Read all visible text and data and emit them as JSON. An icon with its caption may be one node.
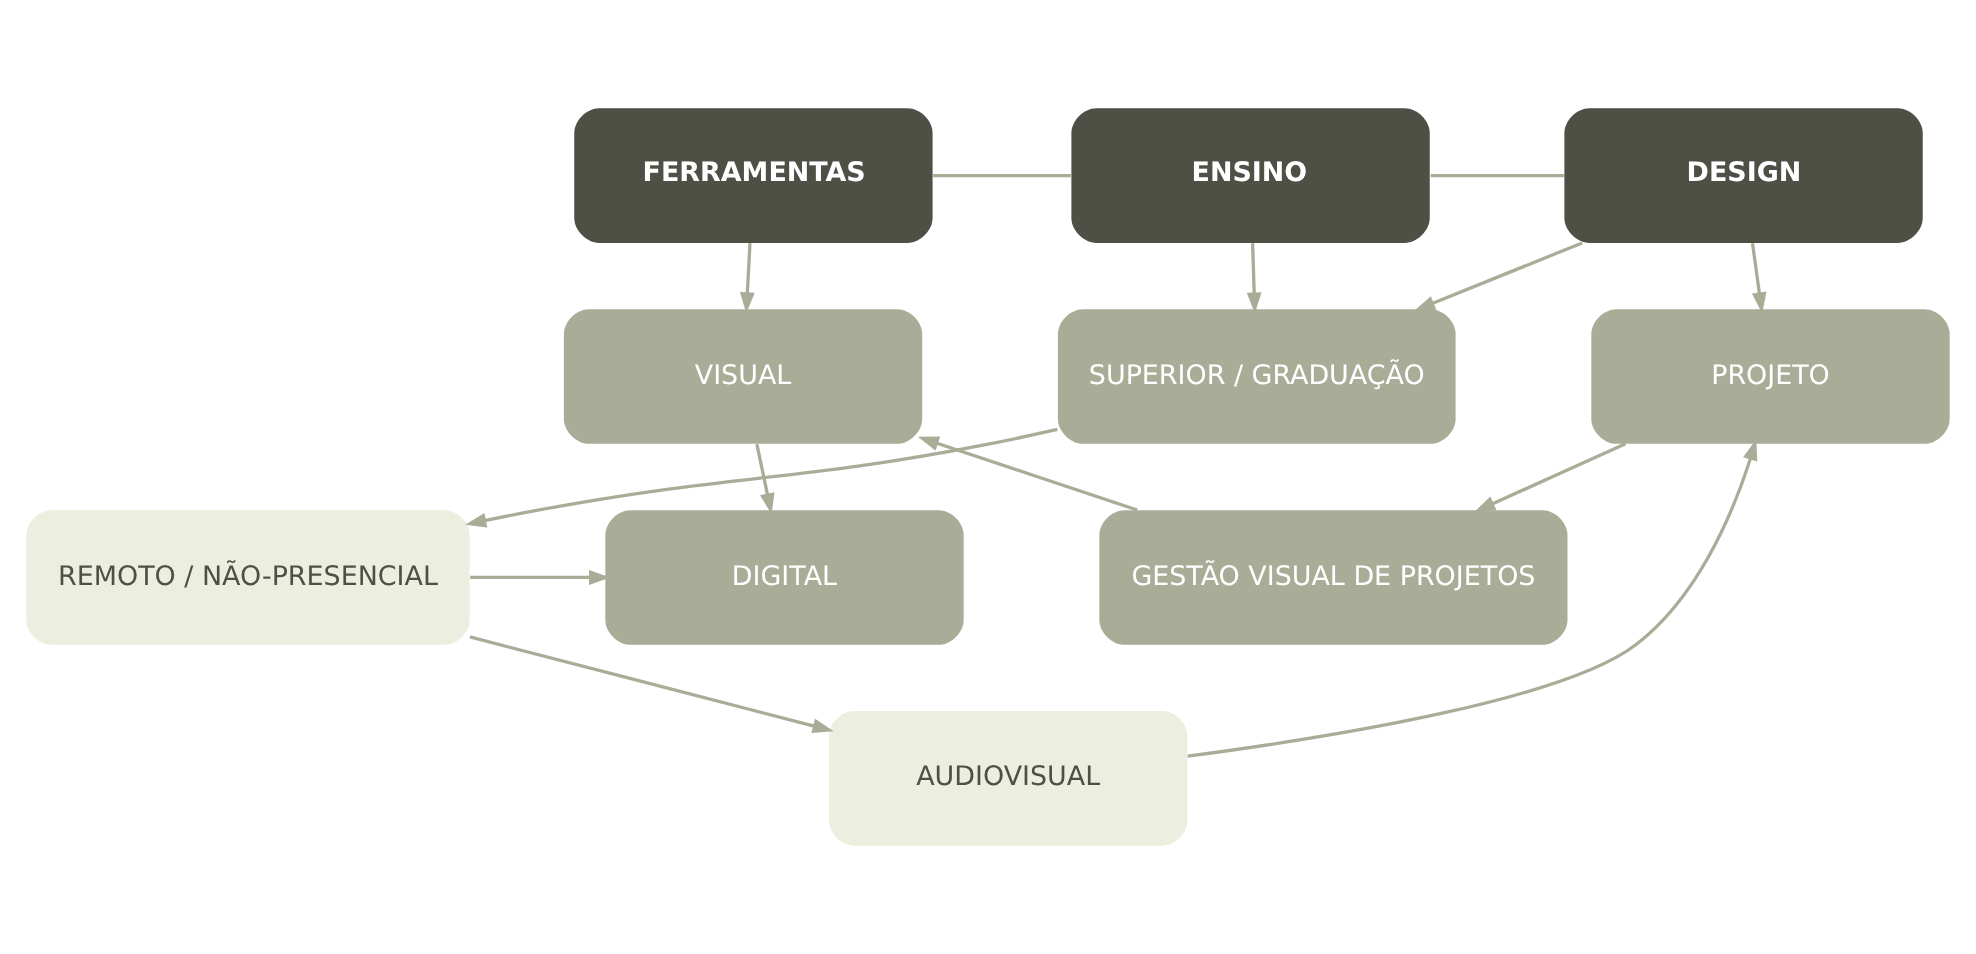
{
  "diagram": {
    "nodes": [
      {
        "text": [
          "FERRAMENTAS"
        ]
      },
      {
        "text": [
          "ENSINO"
        ]
      },
      {
        "text": [
          "DESIGN"
        ]
      },
      {
        "text": [
          "VISUAL"
        ]
      },
      {
        "text": [
          "SUPERIOR / GRADUAÇÃO"
        ]
      },
      {
        "text": [
          "PROJETO"
        ]
      },
      {
        "text": [
          "DIGITAL"
        ]
      },
      {
        "text": [
          "REMOTO / NÃO-PRESENCIAL"
        ]
      },
      {
        "text": [
          "GESTÃO VISUAL DE PROJETOS"
        ]
      },
      {
        "text": [
          "AUDIOVISUAL"
        ]
      }
    ],
    "edges": [
      {
        "from": 0,
        "to": 1,
        "arrow": "none"
      },
      {
        "from": 1,
        "to": 2,
        "arrow": "none"
      },
      {
        "from": 0,
        "to": 3,
        "arrow": "to"
      },
      {
        "from": 1,
        "to": 4,
        "arrow": "to"
      },
      {
        "from": 2,
        "to": 4,
        "arrow": "to"
      },
      {
        "from": 2,
        "to": 5,
        "arrow": "to"
      },
      {
        "from": 3,
        "to": 6,
        "arrow": "to"
      },
      {
        "from": 4,
        "to": 7,
        "arrow": "to"
      },
      {
        "from": 7,
        "to": 6,
        "arrow": "to"
      },
      {
        "from": 5,
        "to": 8,
        "arrow": "to"
      },
      {
        "from": 7,
        "to": 9,
        "arrow": "to"
      },
      {
        "from": 9,
        "to": 5,
        "arrow": "to"
      },
      {
        "from": 8,
        "to": 3,
        "arrow": "to"
      }
    ]
  }
}
